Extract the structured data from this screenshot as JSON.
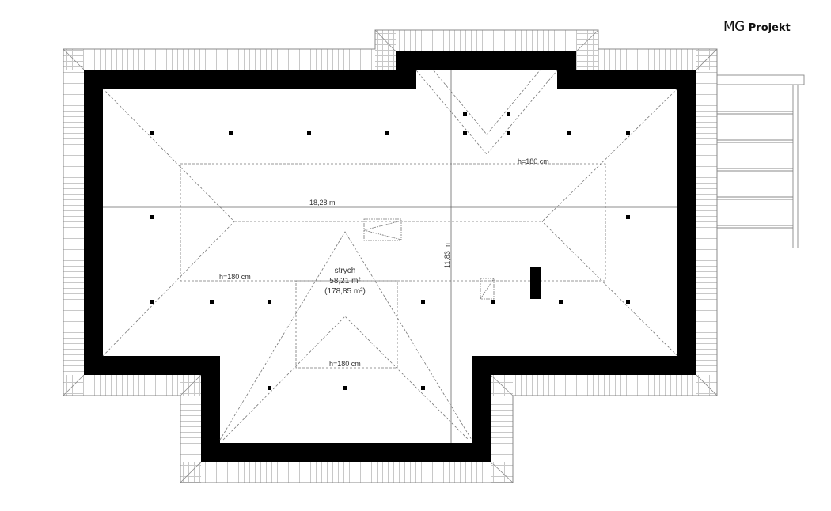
{
  "logo": {
    "brand": "MG",
    "name": "Projekt"
  },
  "room": {
    "name": "strych",
    "area": "58,21 m²",
    "total_area": "(178,85 m²)"
  },
  "dimensions": {
    "width": "18,28 m",
    "depth": "11,83 m"
  },
  "heights": [
    "h=180 cm",
    "h=180 cm",
    "h=180 cm"
  ],
  "colors": {
    "wall": "#000000",
    "line": "#666666",
    "hatch": "#c8c8c8"
  }
}
